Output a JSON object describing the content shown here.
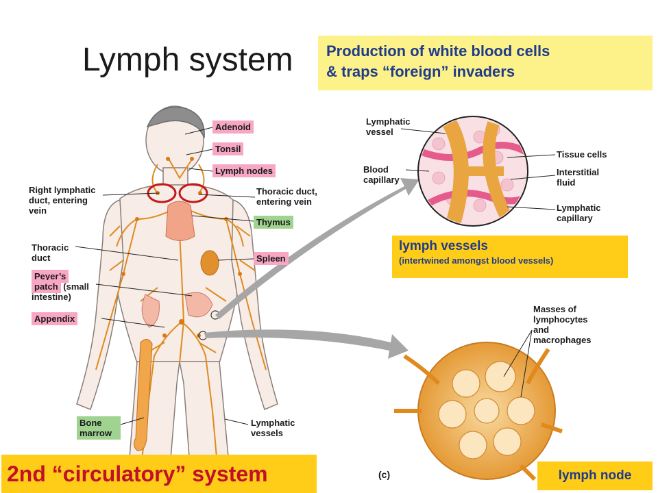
{
  "title": "Lymph system",
  "function_note": {
    "line1": "Production of white blood cells",
    "line2": "& traps “foreign” invaders"
  },
  "body_labels": {
    "adenoid": "Adenoid",
    "tonsil": "Tonsil",
    "lymph_nodes": "Lymph nodes",
    "right_duct_1": "Right lymphatic",
    "right_duct_2": "duct, entering",
    "right_duct_3": "vein",
    "thoracic_entering_1": "Thoracic duct,",
    "thoracic_entering_2": "entering vein",
    "thymus": "Thymus",
    "thoracic_duct_1": "Thoracic",
    "thoracic_duct_2": "duct",
    "spleen": "Spleen",
    "peyers_1": "Peyer’s",
    "peyers_2": "patch",
    "peyers_3": "(small",
    "peyers_4": "intestine)",
    "appendix": "Appendix",
    "bone_marrow_1": "Bone",
    "bone_marrow_2": "marrow",
    "lymphatic_vessels_1": "Lymphatic",
    "lymphatic_vessels_2": "vessels"
  },
  "vessel_labels": {
    "lymphatic_vessel_1": "Lymphatic",
    "lymphatic_vessel_2": "vessel",
    "blood_cap_1": "Blood",
    "blood_cap_2": "capillary",
    "tissue_cells": "Tissue cells",
    "interstitial_1": "Interstitial",
    "interstitial_2": "fluid",
    "lymph_cap_1": "Lymphatic",
    "lymph_cap_2": "capillary"
  },
  "vessels_caption": {
    "main": "lymph vessels",
    "sub": "(intertwined amongst blood vessels)"
  },
  "node_labels": {
    "masses_1": "Masses of",
    "masses_2": "lymphocytes",
    "masses_3": "and",
    "masses_4": "macrophages",
    "panel_letter": "(c)"
  },
  "node_caption": "lymph node",
  "bottom_caption": "2nd “circulatory” system",
  "colors": {
    "yellow_note": "#fdf28a",
    "gold": "#ffcc18",
    "navy_text": "#1f3b8a",
    "red_text": "#c0102a",
    "pink_label": "#f7a6c4",
    "green_label": "#9fd38f",
    "lymph_orange": "#e08a1e"
  }
}
